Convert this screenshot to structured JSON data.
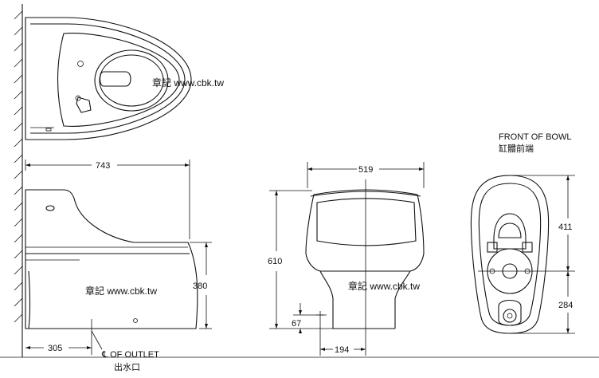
{
  "watermark": "章記 www.cbk.tw",
  "dimensions": {
    "length": "743",
    "width": "519",
    "height": "610",
    "outlet_height": "380",
    "outlet_from_wall": "305",
    "outlet_offset": "67",
    "outlet_lateral": "194",
    "front_to_center": "411",
    "center_to_back": "284"
  },
  "labels": {
    "outlet_en": "℄ OF OUTLET",
    "outlet_zh": "出水口",
    "front_en": "FRONT OF BOWL",
    "front_zh": "缸體前端"
  }
}
